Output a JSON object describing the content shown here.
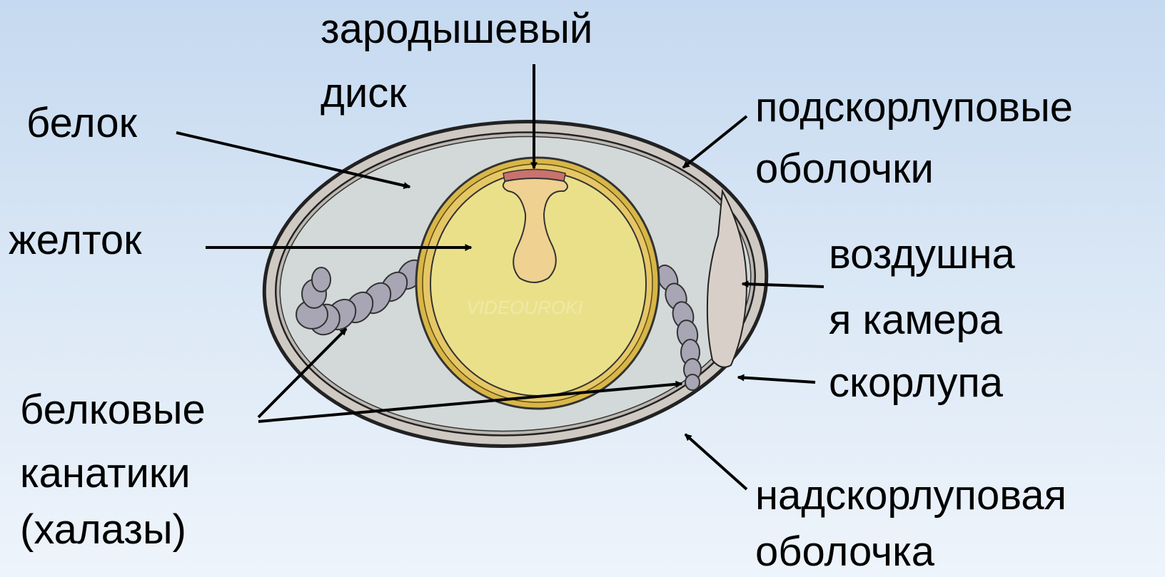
{
  "labels": {
    "embryo_disc_1": "зародышевый",
    "embryo_disc_2": "диск",
    "albumen": "белок",
    "shell_membranes_1": "подскорлуповые",
    "shell_membranes_2": "оболочки",
    "yolk": "желток",
    "air_cell_1": "воздушна",
    "air_cell_2": "я камера",
    "shell": "скорлупа",
    "chalazae_1": "белковые",
    "chalazae_2": "канатики",
    "chalazae_3": "(халазы)",
    "cuticle_1": "надскорлуповая",
    "cuticle_2": "оболочка"
  },
  "watermark": "VIDEOUROKI",
  "colors": {
    "shell": "#cfc9c3",
    "membrane": "#b8b2ac",
    "albumen": "#d2d9d8",
    "air_cell": "#d8d0c8",
    "yolk_ring": "#d8b648",
    "yolk": "#ebe08a",
    "latebra": "#efd191",
    "germinal_disc": "#c9726e",
    "chalaza": "#a8a6b4",
    "arrow": "#000000"
  }
}
